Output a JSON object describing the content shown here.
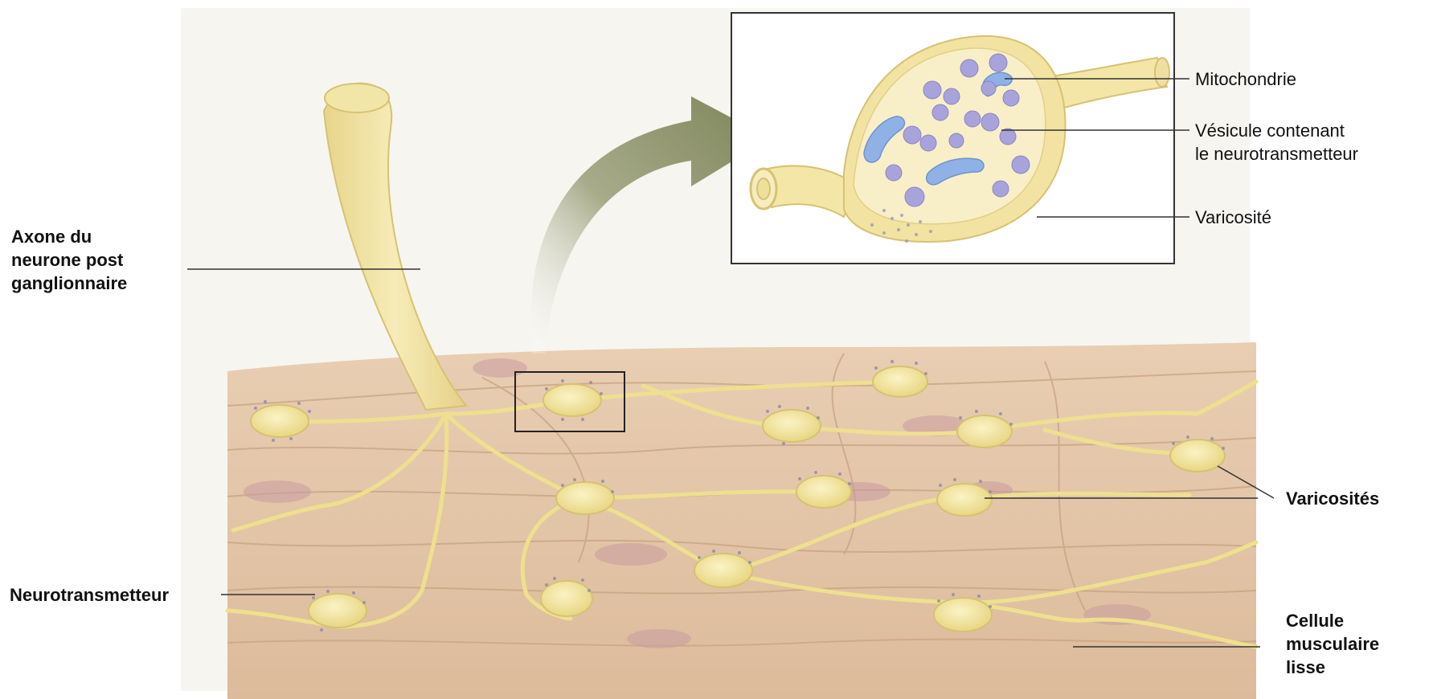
{
  "labels": {
    "axone": [
      "Axone du",
      "neurone post",
      "ganglionnaire"
    ],
    "neurotransmetteur": "Neurotransmetteur",
    "mitochondrie": "Mitochondrie",
    "vesicule": [
      "Vésicule contenant",
      "le neurotransmetteur"
    ],
    "varicosite": "Varicosité",
    "varicosites": "Varicosités",
    "cellule": [
      "Cellule",
      "musculaire",
      "lisse"
    ]
  },
  "colors": {
    "nerve": "#f3e6a6",
    "nerve_stroke": "#d8c57a",
    "muscle": "#e3c4a6",
    "muscle_band": "#d9b593",
    "nucleus": "#c99aa0",
    "vesicle": "#a9a3dc",
    "mitochondria": "#8fb1e6",
    "arrow": "#8a9168",
    "leader": "#333333"
  }
}
